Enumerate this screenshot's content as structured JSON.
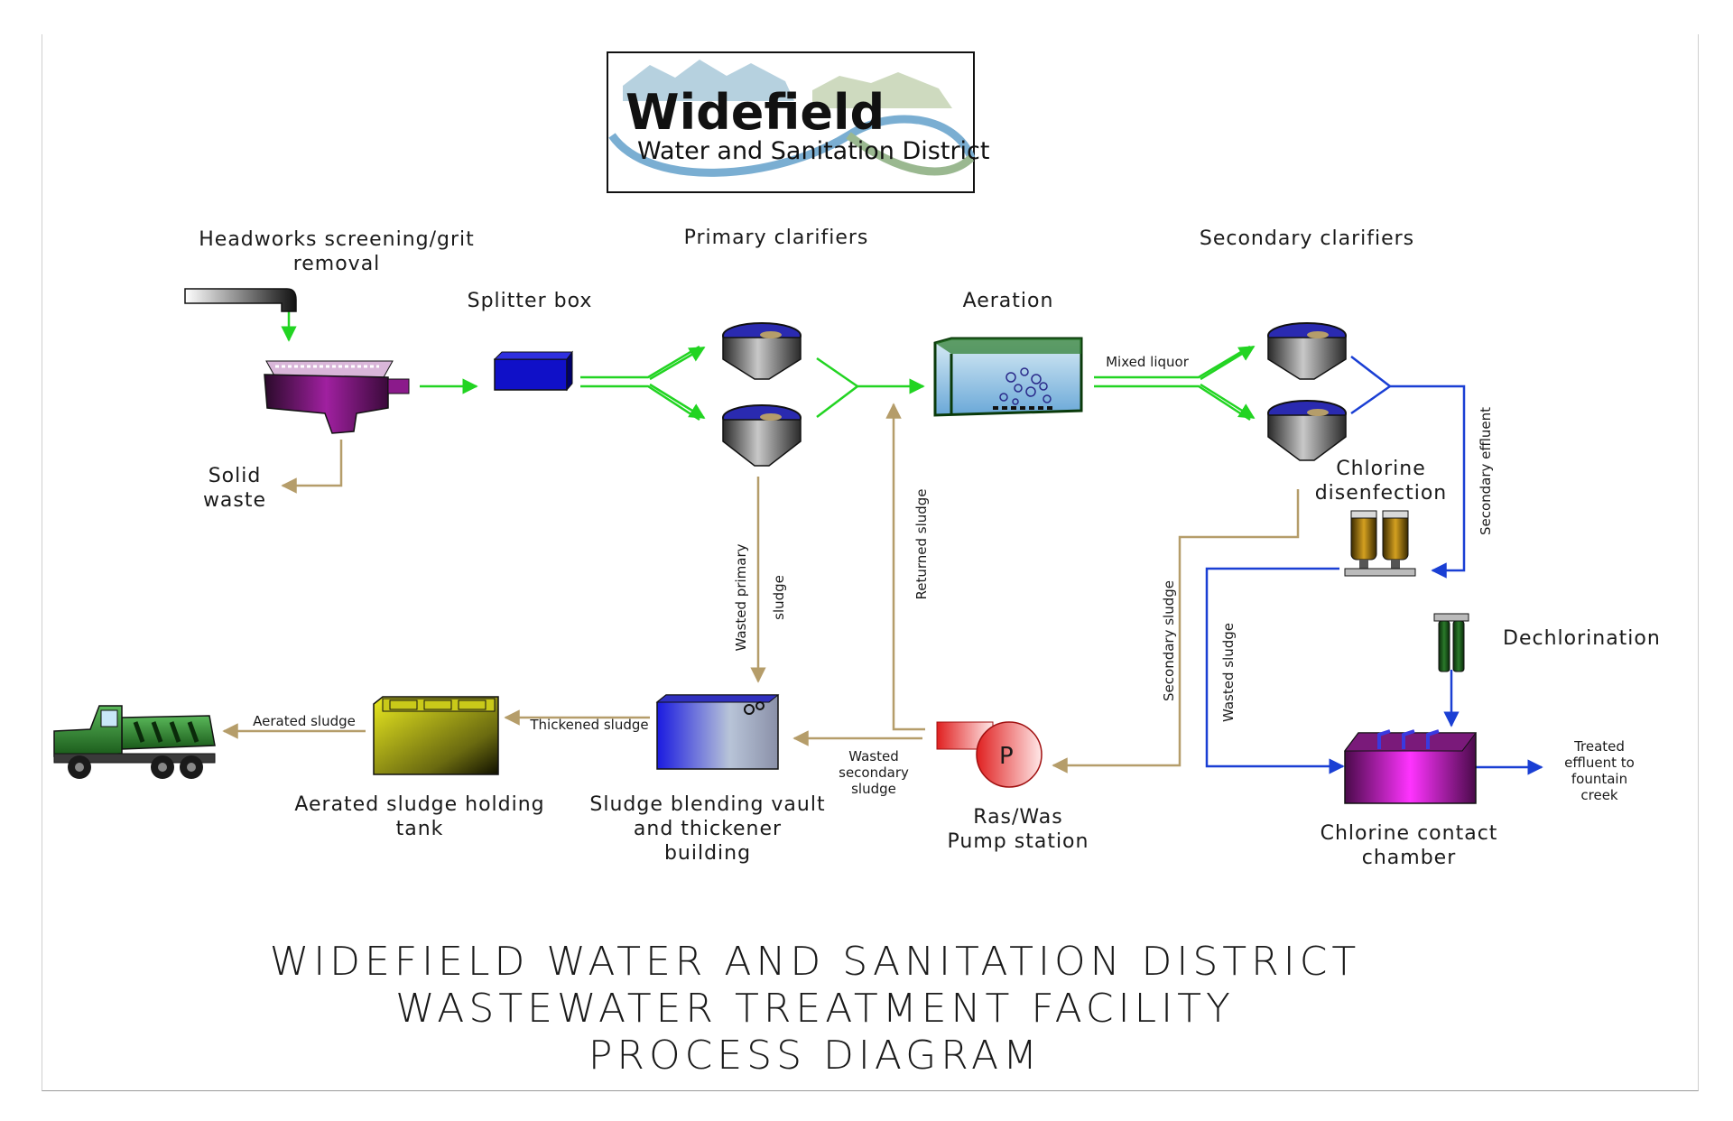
{
  "logo": {
    "name": "Widefield",
    "subtitle": "Water and Sanitation District"
  },
  "labels": {
    "headworks_1": "Headworks screening/grit",
    "headworks_2": "removal",
    "solid_waste_1": "Solid",
    "solid_waste_2": "waste",
    "splitter_box": "Splitter box",
    "primary_clarifiers": "Primary clarifiers",
    "aeration": "Aeration",
    "secondary_clarifiers": "Secondary clarifiers",
    "mixed_liquor": "Mixed liquor",
    "chlorine_disinfection_1": "Chlorine",
    "chlorine_disinfection_2": "disenfection",
    "secondary_effluent": "Secondary effluent",
    "dechlorination": "Dechlorination",
    "treated_effluent_1": "Treated",
    "treated_effluent_2": "effluent to",
    "treated_effluent_3": "fountain",
    "treated_effluent_4": "creek",
    "chlorine_contact_1": "Chlorine contact",
    "chlorine_contact_2": "chamber",
    "wasted_sludge": "Wasted sludge",
    "secondary_sludge": "Secondary sludge",
    "returned_sludge": "Returned sludge",
    "wasted_primary_sludge_1": "Wasted primary",
    "wasted_primary_sludge_2": "sludge",
    "pump_station_1": "Ras/Was",
    "pump_station_2": "Pump station",
    "pump_letter": "P",
    "wasted_secondary_sludge_1": "Wasted",
    "wasted_secondary_sludge_2": "secondary",
    "wasted_secondary_sludge_3": "sludge",
    "thickened_sludge": "Thickened sludge",
    "aerated_sludge": "Aerated sludge",
    "blending_vault_1": "Sludge blending vault",
    "blending_vault_2": "and thickener",
    "blending_vault_3": "building",
    "holding_tank_1": "Aerated sludge holding",
    "holding_tank_2": "tank"
  },
  "title": {
    "line1": "WIDEFIELD WATER AND SANITATION DISTRICT",
    "line2": "WASTEWATER TREATMENT FACILITY",
    "line3": "PROCESS DIAGRAM"
  },
  "colors": {
    "water_flow": "#22d422",
    "sludge_flow": "#b59d6a",
    "effluent_flow": "#1a3fd4",
    "headworks": "#8b1a8b",
    "splitter": "#1010c8",
    "chlorine_contact": "#d21ad2",
    "holding_tank": "#c9c919",
    "truck": "#3a9a3a"
  }
}
